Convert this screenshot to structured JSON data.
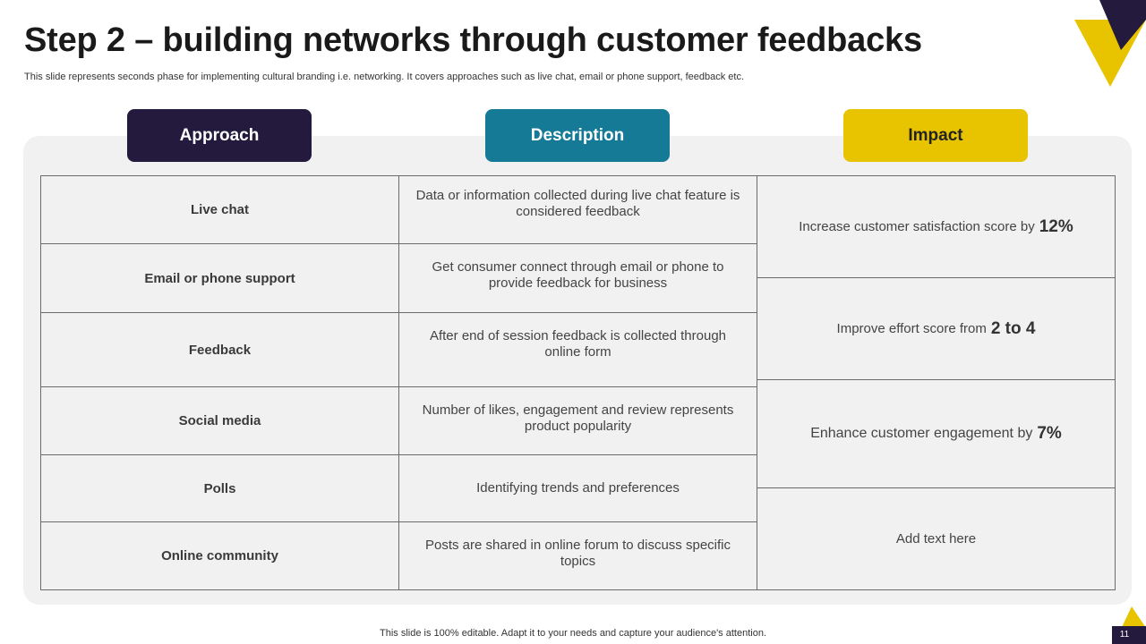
{
  "slide": {
    "title": "Step 2 – building networks through customer feedbacks",
    "subtitle": "This slide represents seconds phase for implementing cultural branding i.e. networking. It covers approaches such as live chat, email or phone support, feedback etc.",
    "footer": "This slide is 100% editable. Adapt it to your needs and capture your audience's attention.",
    "page_number": "11"
  },
  "headers": {
    "approach": "Approach",
    "description": "Description",
    "impact": "Impact"
  },
  "rows": [
    {
      "approach": "Live chat",
      "description": "Data or information collected during live chat feature is considered feedback"
    },
    {
      "approach": "Email or phone support",
      "description": "Get consumer connect through email or phone to provide feedback for business"
    },
    {
      "approach": "Feedback",
      "description": "After end of session feedback is collected through online form"
    },
    {
      "approach": "Social media",
      "description": "Number of likes, engagement and review represents product popularity"
    },
    {
      "approach": "Polls",
      "description": "Identifying trends and preferences"
    },
    {
      "approach": "Online community",
      "description": "Posts are shared in online forum to discuss specific topics"
    }
  ],
  "impacts": [
    {
      "text": "Increase customer satisfaction score by",
      "highlight": "12%"
    },
    {
      "text": "Improve effort score from",
      "highlight": "2 to 4"
    },
    {
      "text": "Enhance customer engagement by",
      "highlight": "7%"
    },
    {
      "text": "Add text here",
      "highlight": ""
    }
  ],
  "colors": {
    "approach_header": "#231a3e",
    "description_header": "#147a96",
    "impact_header": "#e8c300",
    "panel_background": "#f1f1f1"
  }
}
